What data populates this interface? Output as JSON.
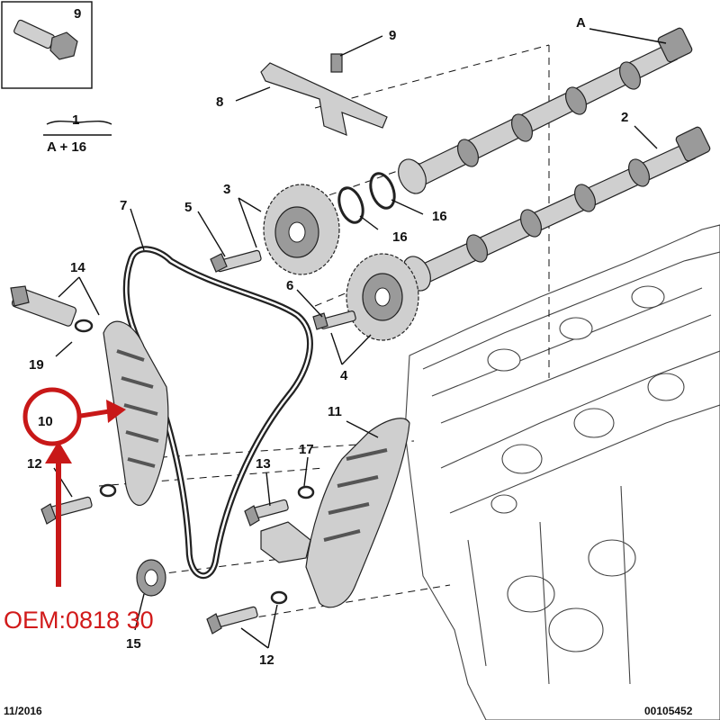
{
  "labels": {
    "inset_9": "9",
    "l1": "1",
    "l1_sub": "A + 16",
    "A": "A",
    "l2": "2",
    "l3": "3",
    "l4": "4",
    "l5": "5",
    "l6": "6",
    "l7": "7",
    "l8": "8",
    "l9": "9",
    "l10": "10",
    "l11": "11",
    "l12a": "12",
    "l12b": "12",
    "l13": "13",
    "l14": "14",
    "l15": "15",
    "l16a": "16",
    "l16b": "16",
    "l17": "17",
    "l19": "19"
  },
  "annotation": {
    "oem": "OEM:0818 30",
    "color": "#d11a1a"
  },
  "footer": {
    "date": "11/2016",
    "ref": "00105452"
  }
}
